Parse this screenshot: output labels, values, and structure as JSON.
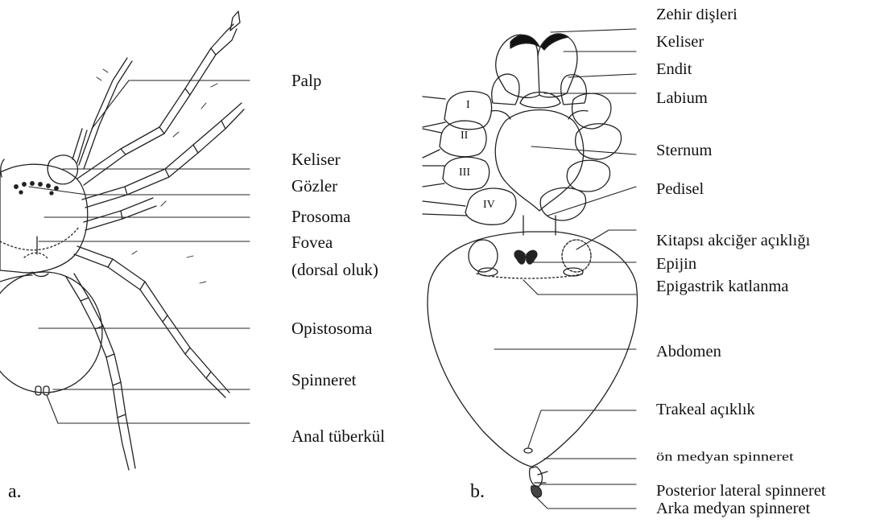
{
  "figure_a": {
    "caption": "a.",
    "labels": {
      "palp": "Palp",
      "keliser": "Keliser",
      "gozler": "Gözler",
      "prosoma": "Prosoma",
      "fovea": "Fovea",
      "fovea_sub": "(dorsal oluk)",
      "opistosoma": "Opistosoma",
      "spinneret": "Spinneret",
      "anal": "Anal tüberkül"
    }
  },
  "figure_b": {
    "caption": "b.",
    "leg_numerals": [
      "I",
      "II",
      "III",
      "IV"
    ],
    "labels": {
      "zehir": "Zehir dişleri",
      "keliser": "Keliser",
      "endit": "Endit",
      "labium": "Labium",
      "sternum": "Sternum",
      "pedisel": "Pedisel",
      "kitapsi": "Kitapsı akciğer açıklığı",
      "epijin": "Epijin",
      "epigastrik": "Epigastrik katlanma",
      "abdomen": "Abdomen",
      "trakeal": "Trakeal açıklık",
      "on_medyan": "ön medyan spinneret",
      "posterior": "Posterior lateral spinneret",
      "arka": "Arka medyan spinneret"
    }
  },
  "colors": {
    "line": "#222222",
    "background": "#ffffff"
  }
}
